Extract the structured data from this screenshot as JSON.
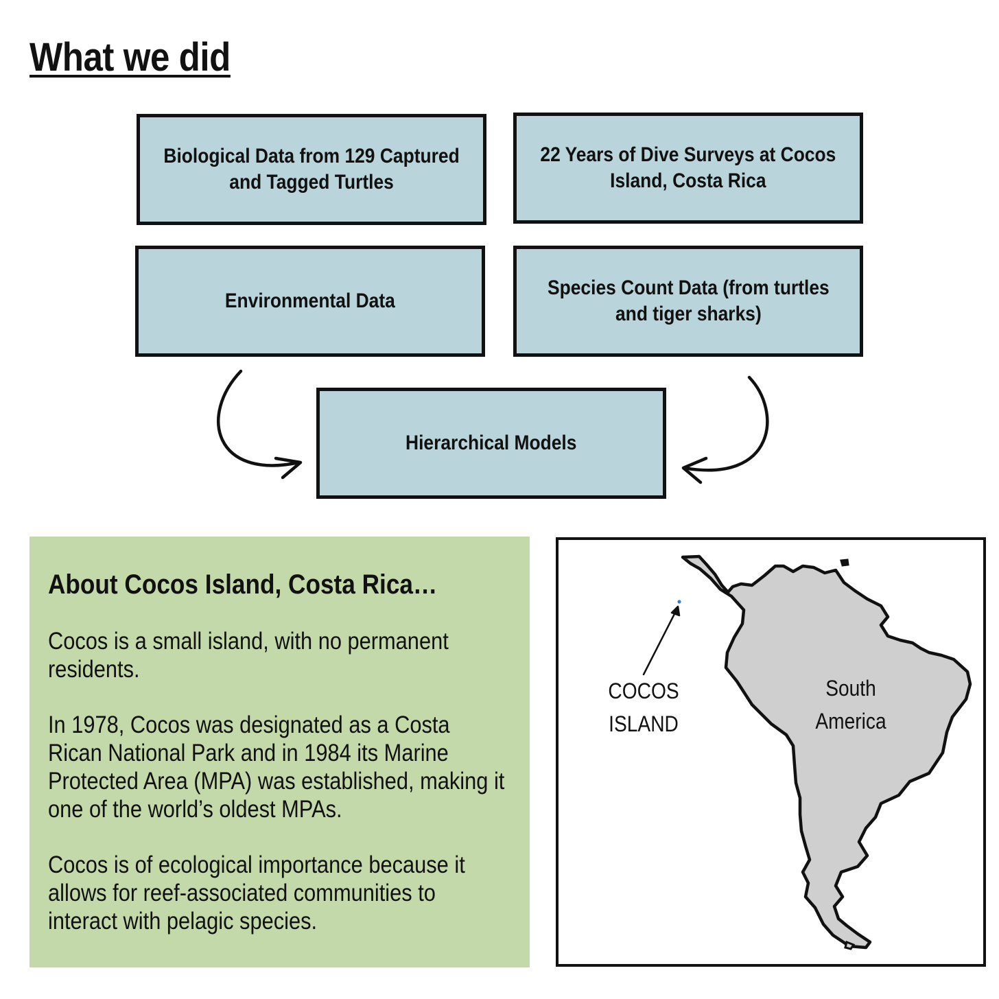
{
  "title": "What we did",
  "flow": {
    "inputs": [
      "Biological Data from 129 Captured\nand Tagged Turtles",
      "22 Years of Dive Surveys at Cocos\nIsland, Costa Rica",
      "Environmental Data",
      "Species Count Data (from turtles\nand tiger sharks)"
    ],
    "output": "Hierarchical Models"
  },
  "about": {
    "heading": "About Cocos Island, Costa Rica…",
    "paragraphs": [
      "Cocos is a small island, with no permanent residents.",
      "In 1978, Cocos was designated as a Costa Rican National Park and in 1984 its Marine Protected Area (MPA) was established, making it one of the world’s oldest MPAs.",
      "Cocos is of ecological importance because it allows for reef-associated communities to interact with pelagic species."
    ]
  },
  "map": {
    "island_label": "COCOS\nISLAND",
    "continent_label": "South\nAmerica"
  },
  "colors": {
    "flow_box_fill": "#b9d4da",
    "about_panel_fill": "#c3d9a9",
    "land_fill": "#cfcfcf",
    "island_marker": "#2f7fd1",
    "outline": "#111111"
  }
}
